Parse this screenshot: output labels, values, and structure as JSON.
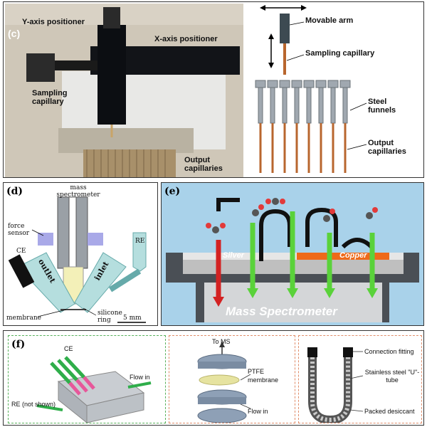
{
  "panel_c": {
    "tag": "(c)",
    "y_axis": "Y-axis positioner",
    "x_axis": "X-axis positioner",
    "sampling_capillary": "Sampling capillary",
    "output_capillaries": "Output capillaries",
    "movable_arm": "Movable arm",
    "sampling_capillary_right": "Sampling capillary",
    "steel_funnels": "Steel funnels",
    "output_capillaries_right": "Output capillaries"
  },
  "panel_d": {
    "tag": "(d)",
    "mass_spectrometer": "mass spectrometer",
    "force_sensor": "force sensor",
    "ce": "CE",
    "re": "RE",
    "outlet": "outlet",
    "inlet": "inlet",
    "membrane": "membrane",
    "silicone_ring": "silicone ring",
    "scale": "5 mm"
  },
  "panel_e": {
    "tag": "(e)",
    "silver": "Silver",
    "copper": "Copper",
    "mass_spectrometer": "Mass Spectrometer"
  },
  "panel_f": {
    "tag": "(f)",
    "ce": "CE",
    "flow_in_1": "Flow in",
    "re_not_shown": "RE (not shown)",
    "to_ms": "To MS",
    "ptfe_membrane": "PTFE membrane",
    "flow_in_2": "Flow in",
    "connection_fitting": "Connection fitting",
    "stainless_u_tube": "Stainless steel \"U\"-tube",
    "packed_desiccant": "Packed desiccant"
  }
}
